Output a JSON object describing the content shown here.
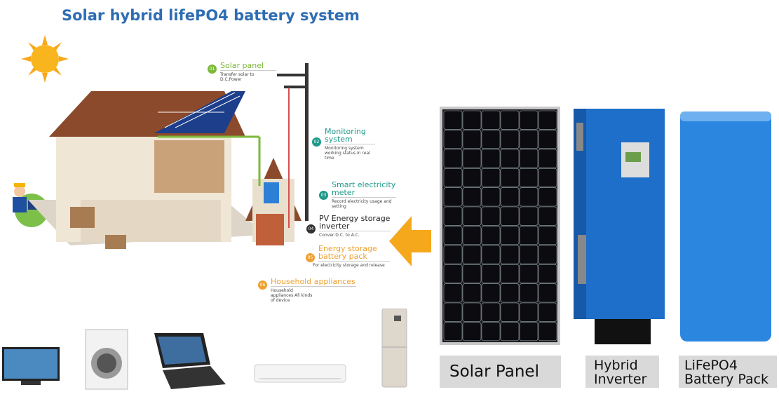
{
  "title": "Solar hybrid lifePO4 battery system",
  "callouts": [
    {
      "num": "01",
      "title": "Solar panel",
      "desc": "Transfer solar to D.C.Power",
      "color": "#7cb83a"
    },
    {
      "num": "02",
      "title": "Monitoring system",
      "desc": "Monitoring system working status in real time",
      "color": "#1f9a8a"
    },
    {
      "num": "03",
      "title": "Smart electricity meter",
      "desc": "Record electricity usage and setting",
      "color": "#1f9a8a"
    },
    {
      "num": "04",
      "title": "PV Energy storage inverter",
      "desc": "Conver D.C. to A.C.",
      "color": "#333333"
    },
    {
      "num": "05",
      "title": "Energy storage battery pack",
      "desc": "For electricity storage and release",
      "color": "#f0a030"
    },
    {
      "num": "06",
      "title": "Household appliances",
      "desc": "Household appliances All kinds of device",
      "color": "#f0a030"
    }
  ],
  "products": {
    "panel": "Solar Panel",
    "inverter": "Hybrid Inverter",
    "battery": "LiFePO4 Battery Pack"
  },
  "colors": {
    "title": "#2f6db3",
    "arrow": "#f5a81c",
    "device": "#2e7fd6",
    "label_bg": "#d9d9d9"
  }
}
